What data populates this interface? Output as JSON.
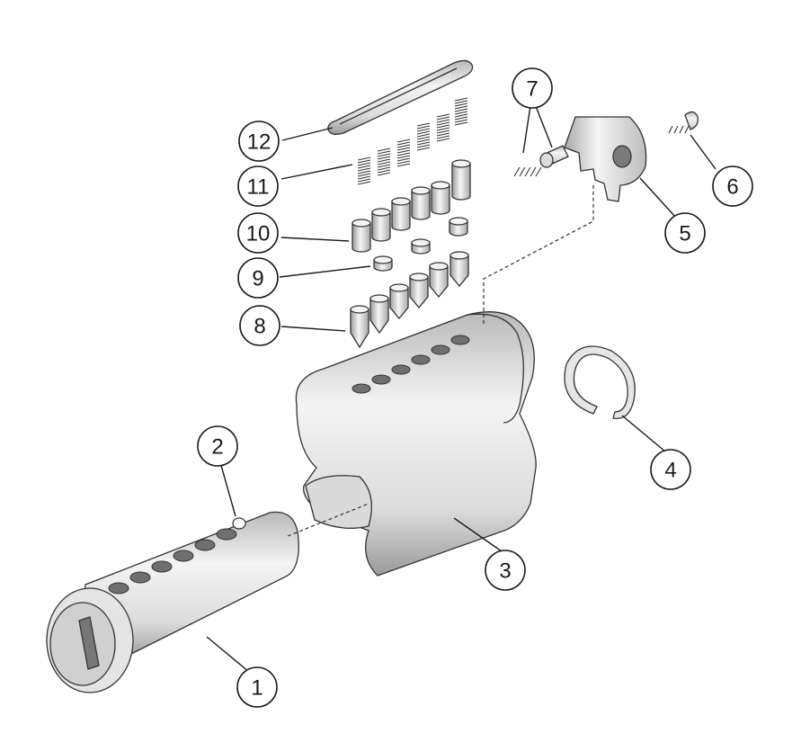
{
  "diagram": {
    "callouts": [
      {
        "id": "1",
        "label": "1"
      },
      {
        "id": "2",
        "label": "2"
      },
      {
        "id": "3",
        "label": "3"
      },
      {
        "id": "4",
        "label": "4"
      },
      {
        "id": "5",
        "label": "5"
      },
      {
        "id": "6",
        "label": "6"
      },
      {
        "id": "7",
        "label": "7"
      },
      {
        "id": "8",
        "label": "8"
      },
      {
        "id": "9",
        "label": "9"
      },
      {
        "id": "10",
        "label": "10"
      },
      {
        "id": "11",
        "label": "11"
      },
      {
        "id": "12",
        "label": "12"
      }
    ],
    "colors": {
      "metal_light": "#f2f2f2",
      "metal_mid": "#c8c8c8",
      "metal_dark": "#8a8a8a",
      "outline": "#333333",
      "callout_stroke": "#1a1a1a"
    }
  }
}
